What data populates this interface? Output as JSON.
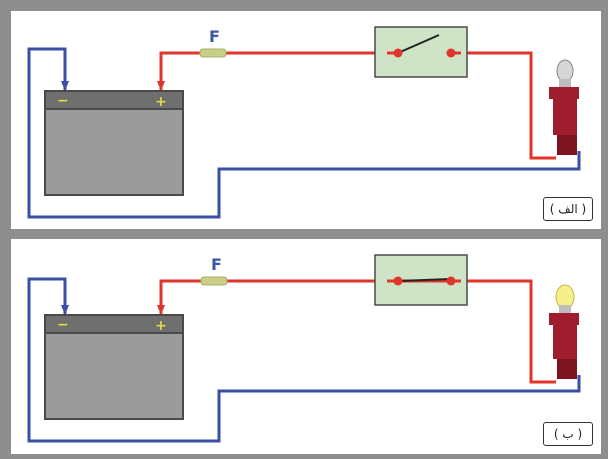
{
  "panels": [
    {
      "id": "a",
      "label": "( الف )",
      "fuse_label": "F",
      "switch_state": "open",
      "lamp_state": "off",
      "battery": {
        "negative_symbol": "−",
        "positive_symbol": "+"
      }
    },
    {
      "id": "b",
      "label": "( ب )",
      "fuse_label": "F",
      "switch_state": "closed",
      "lamp_state": "on",
      "battery": {
        "negative_symbol": "−",
        "positive_symbol": "+"
      }
    }
  ],
  "colors": {
    "background": "#8e8e8e",
    "panel": "#ffffff",
    "positive_wire": "#e0352b",
    "negative_wire": "#3b4fa6",
    "battery_body": "#9b9b9b",
    "battery_top": "#6f6f6f",
    "fuse": "#c9cf86",
    "switch_box": "#cfe3c7",
    "lamp_base": "#9e1e2e",
    "lamp_on": "#f6f08a",
    "lamp_off": "#d6d6d6"
  },
  "icons": {
    "battery": "battery-icon",
    "fuse": "fuse-icon",
    "switch": "switch-icon",
    "lamp": "lamp-icon"
  }
}
